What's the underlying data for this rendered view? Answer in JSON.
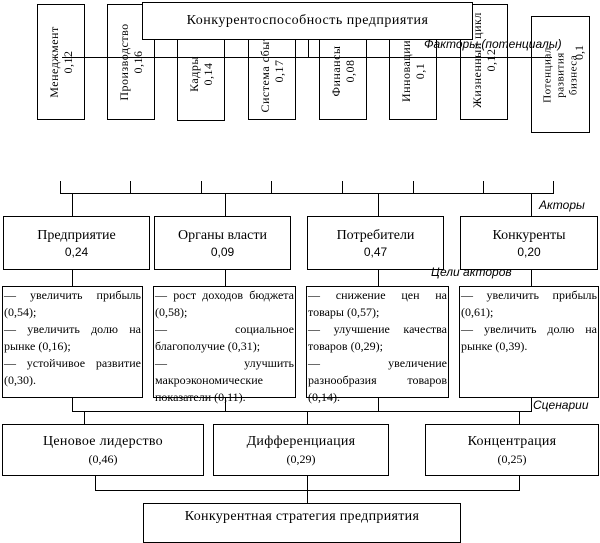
{
  "title": "Конкурентоспособность предприятия",
  "labels": {
    "factors": "Факторы (потенциалы)",
    "actors": "Акторы",
    "goals": "Цели акторов",
    "scenarios": "Сценарии"
  },
  "factors": [
    {
      "name": "Менеджмент",
      "value": "0,12"
    },
    {
      "name": "Производство",
      "value": "0,16"
    },
    {
      "name": "Кадры",
      "value": "0,14"
    },
    {
      "name": "Система сбыта",
      "value": "0,17"
    },
    {
      "name": "Финансы",
      "value": "0,08"
    },
    {
      "name": "Инновации",
      "value": "0,1"
    },
    {
      "name": "Жизненный цикл",
      "value": "0,12"
    },
    {
      "name": "Потенциал развития бизнеса",
      "line1": "Потенциал",
      "line2": "развития",
      "line3": "бизнеса",
      "value": "0,1"
    }
  ],
  "actors": [
    {
      "name": "Предприятие",
      "value": "0,24"
    },
    {
      "name": "Органы власти",
      "value": "0,09"
    },
    {
      "name": "Потребители",
      "value": "0,47"
    },
    {
      "name": "Конкуренты",
      "value": "0,20"
    }
  ],
  "goals": [
    [
      "— увеличить прибыль (0,54);",
      "— увеличить долю на рынке (0,16);",
      "— устойчивое развитие (0,30)."
    ],
    [
      "— рост доходов бюджета (0,58);",
      "— социальное благополучие (0,31);",
      "— улучшить макроэкономические показатели (0,11)."
    ],
    [
      "— снижение цен на товары (0,57);",
      "— улучшение качества товаров (0,29);",
      "— увеличение разнообразия товаров (0,14)."
    ],
    [
      "— увеличить прибыль (0,61);",
      "— увеличить долю на рынке (0,39)."
    ]
  ],
  "scenarios": [
    {
      "name": "Ценовое лидерство",
      "value": "(0,46)"
    },
    {
      "name": "Дифференциация",
      "value": "(0,29)"
    },
    {
      "name": "Концентрация",
      "value": "(0,25)"
    }
  ],
  "result": "Конкурентная стратегия предприятия"
}
